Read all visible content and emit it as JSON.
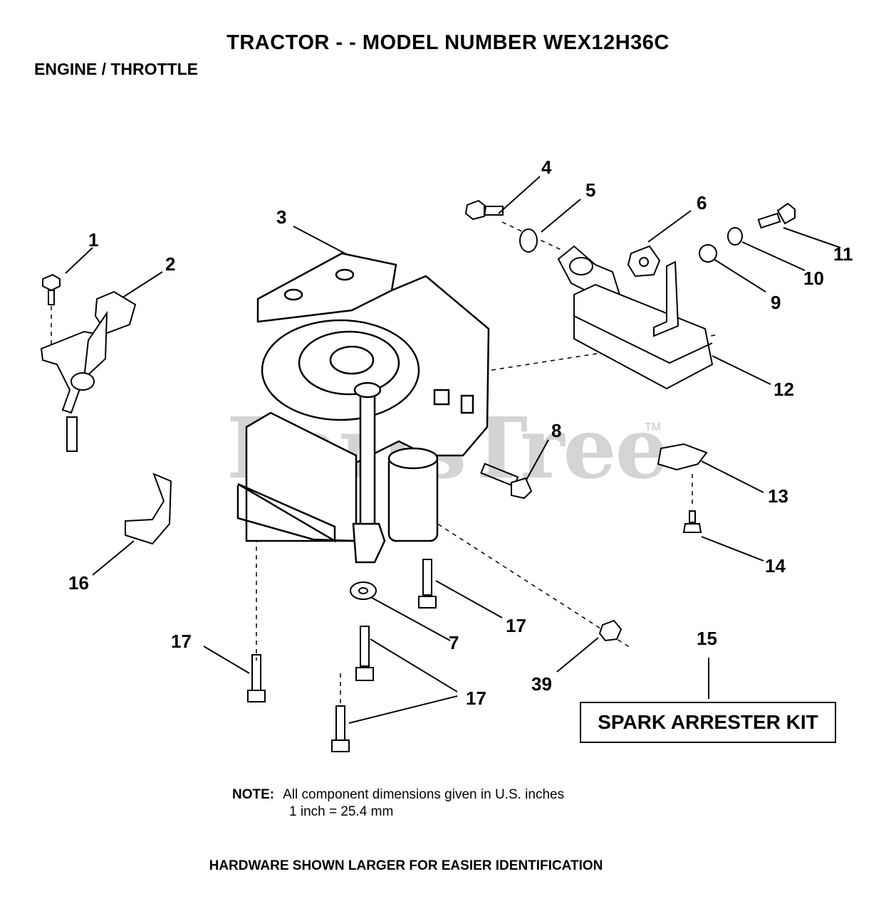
{
  "header": {
    "title": "TRACTOR - - MODEL NUMBER WEX12H36C",
    "subtitle": "ENGINE / THROTTLE"
  },
  "watermark": {
    "text": "PartsTree",
    "tm": "TM"
  },
  "callouts": {
    "c1": "1",
    "c2": "2",
    "c3": "3",
    "c4": "4",
    "c5": "5",
    "c6": "6",
    "c7": "7",
    "c8": "8",
    "c9": "9",
    "c10": "10",
    "c11": "11",
    "c12": "12",
    "c13": "13",
    "c14": "14",
    "c15": "15",
    "c16": "16",
    "c17a": "17",
    "c17b": "17",
    "c17c": "17",
    "c39": "39"
  },
  "kit_label": "SPARK ARRESTER KIT",
  "note": {
    "label": "NOTE:",
    "line1": "All component dimensions given in U.S. inches",
    "line2": "1 inch = 25.4 mm"
  },
  "footer": "HARDWARE SHOWN LARGER FOR EASIER IDENTIFICATION"
}
